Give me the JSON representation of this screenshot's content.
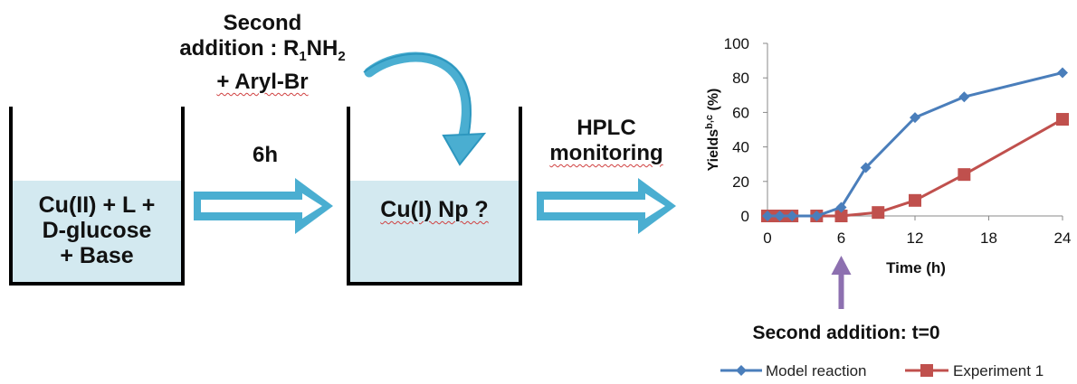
{
  "flow": {
    "beaker1_lines": [
      "Cu(II) + L +",
      "D-glucose",
      "+ Base"
    ],
    "arrow1_label": "6h",
    "second_addition": {
      "line1": "Second",
      "line2_prefix": "addition : R",
      "line2_sub": "1",
      "line2_mid": "NH",
      "line2_sub2": "2",
      "line3": "+ Aryl-Br"
    },
    "beaker2_label": "Cu(I) Np ?",
    "hplc_line1": "HPLC",
    "hplc_line2": "monitoring"
  },
  "chart_data": {
    "type": "line",
    "xlabel": "Time (h)",
    "ylabel_main": "Yields",
    "ylabel_sup": "b,c",
    "ylabel_unit": " (%)",
    "xlim": [
      0,
      24
    ],
    "ylim": [
      0,
      100
    ],
    "x_ticks": [
      0,
      6,
      12,
      18,
      24
    ],
    "y_ticks": [
      0,
      20,
      40,
      60,
      80,
      100
    ],
    "grid": false,
    "legend_position": "bottom",
    "series": [
      {
        "name": "Model reaction",
        "color": "#4a7ebb",
        "marker": "diamond",
        "x": [
          0,
          1,
          2,
          4,
          6,
          8,
          12,
          16,
          24
        ],
        "y": [
          0,
          0,
          0,
          0,
          5,
          28,
          57,
          69,
          83
        ]
      },
      {
        "name": "Experiment 1",
        "color": "#c0504d",
        "marker": "square",
        "x": [
          0,
          1,
          2,
          4,
          6,
          9,
          12,
          16,
          24
        ],
        "y": [
          0,
          0,
          0,
          0,
          0,
          2,
          9,
          24,
          56
        ]
      }
    ],
    "annotation": "Second addition: t=0",
    "annotation_x": 6
  }
}
